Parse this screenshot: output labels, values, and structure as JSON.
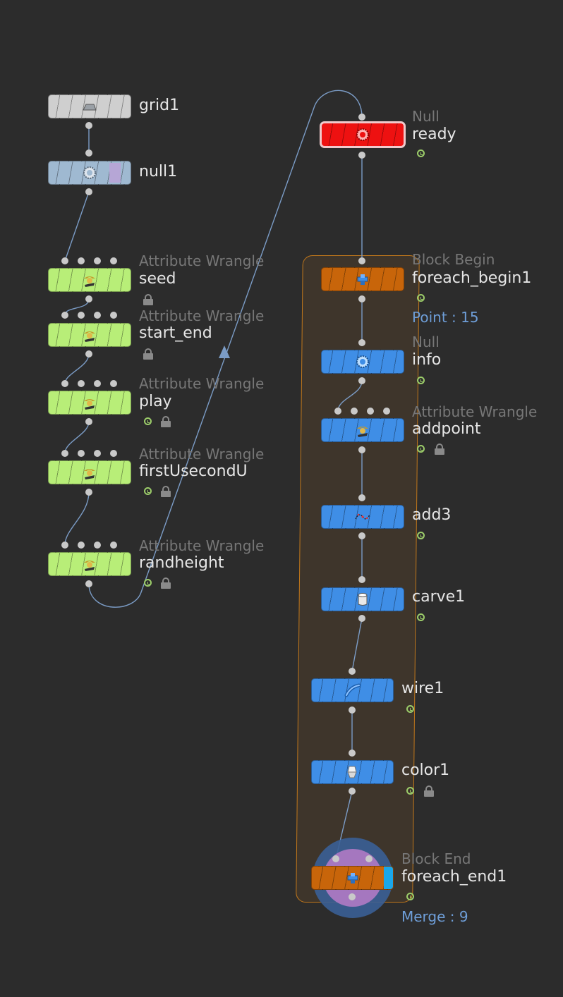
{
  "colors": {
    "background": "#2c2c2c",
    "wire": "#7b9cc6",
    "grid_node": "#cfcfcf",
    "null_node": "#9fb9d1",
    "wrangle_node": "#b8ee78",
    "ready_node": "#ee1111",
    "block_node": "#c8650a",
    "blue_node": "#3f8ee6",
    "block_frame": "#c0771b",
    "flag": "#9ccd6a"
  },
  "nodes": {
    "grid1": {
      "name": "grid1",
      "icon": "grid-plane-icon"
    },
    "null1": {
      "name": "null1",
      "icon": "null-gear-icon"
    },
    "seed": {
      "type": "Attribute Wrangle",
      "name": "seed",
      "icon": "wrangler-cowboy-icon"
    },
    "start_end": {
      "type": "Attribute Wrangle",
      "name": "start_end",
      "icon": "wrangler-cowboy-icon"
    },
    "play": {
      "type": "Attribute Wrangle",
      "name": "play",
      "icon": "wrangler-cowboy-icon"
    },
    "firstUsecondU": {
      "type": "Attribute Wrangle",
      "name": "firstUsecondU",
      "icon": "wrangler-cowboy-icon"
    },
    "randheight": {
      "type": "Attribute Wrangle",
      "name": "randheight",
      "icon": "wrangler-cowboy-icon"
    },
    "ready": {
      "type": "Null",
      "name": "ready",
      "icon": "null-gear-icon"
    },
    "foreach_begin1": {
      "type": "Block Begin",
      "name": "foreach_begin1",
      "info": "Point : 15",
      "icon": "block-begin-icon"
    },
    "info": {
      "type": "Null",
      "name": "info",
      "icon": "null-gear-icon"
    },
    "addpoint": {
      "type": "Attribute Wrangle",
      "name": "addpoint",
      "icon": "wrangler-cowboy-icon"
    },
    "add3": {
      "name": "add3",
      "icon": "add-curve-icon"
    },
    "carve1": {
      "name": "carve1",
      "icon": "carve-cylinder-icon"
    },
    "wire1": {
      "name": "wire1",
      "icon": "wire-tube-icon"
    },
    "color1": {
      "name": "color1",
      "icon": "color-paint-icon"
    },
    "foreach_end1": {
      "type": "Block End",
      "name": "foreach_end1",
      "info": "Merge : 9",
      "icon": "block-end-icon"
    }
  }
}
